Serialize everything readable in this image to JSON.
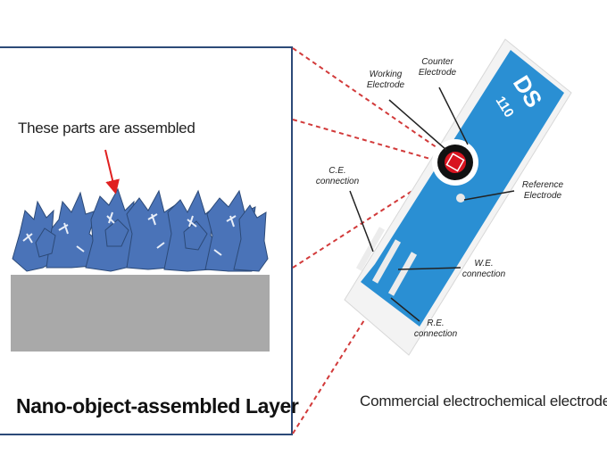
{
  "left_panel": {
    "annotation": "These parts are assembled",
    "title": "Nano-object-assembled Layer"
  },
  "right_panel": {
    "caption": "Commercial electrochemical electrode",
    "strip_brand": "DS",
    "strip_model": "110",
    "labels": {
      "working_electrode": "Working Electrode",
      "counter_electrode": "Counter Electrode",
      "ce_connection": "C.E. connection",
      "reference_electrode": "Reference Electrode",
      "we_connection": "W.E. connection",
      "re_connection": "R.E. connection"
    }
  },
  "colors": {
    "frame": "#2c4a78",
    "nano_objects": "#4a73b8",
    "substrate": "#a9a9a9",
    "dashed_lines": "#d23a3a",
    "strip_blue": "#2a8fd3",
    "arrow": "#e02020"
  }
}
